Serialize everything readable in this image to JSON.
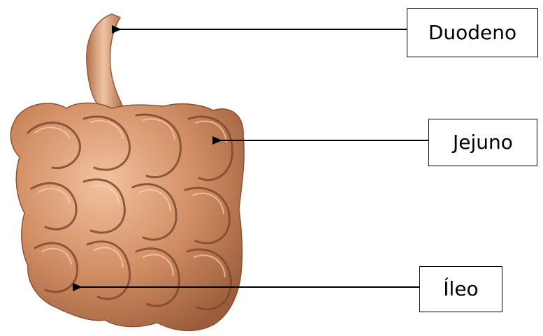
{
  "labels": {
    "duodeno": "Duodeno",
    "jejuno": "Jejuno",
    "ileo": "Íleo"
  },
  "colors": {
    "intestine_base": "#d89870",
    "intestine_highlight": "#f3c8a6",
    "intestine_shadow": "#8a5234",
    "arrow": "#000000"
  },
  "icons": {
    "arrow": "left-arrow"
  }
}
